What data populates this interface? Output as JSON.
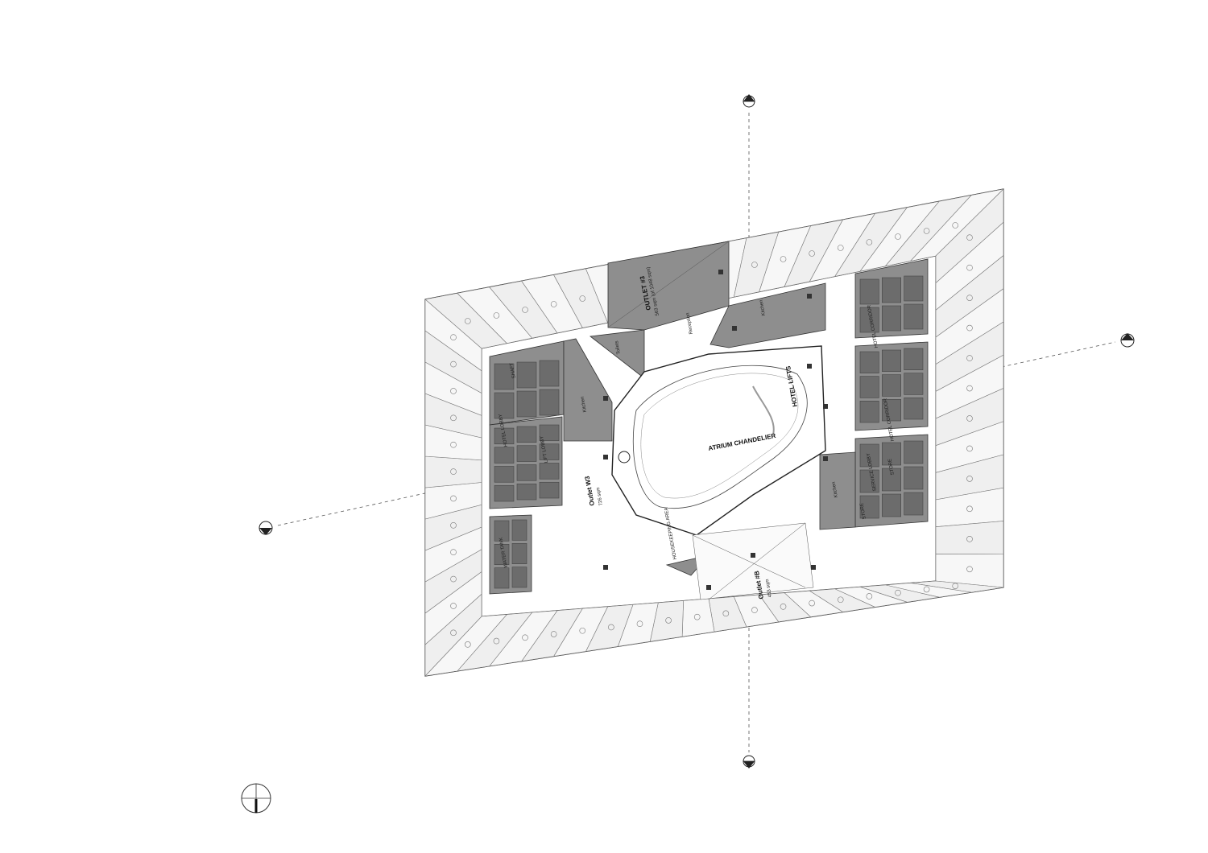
{
  "drawing": {
    "labels": {
      "atrium": "ATRIUM CHANDELIER",
      "hotel_lifts": "HOTEL LIFTS",
      "outlet3": "OUTLET #3",
      "outlet3_area": "563 sqm (of 1048 sqm)",
      "outlet_w3": "Outlet W3",
      "outlet_w3_area": "726 sqm",
      "outlet_b": "Outlet #B",
      "outlet_b_area": "453 sqm",
      "housekeeping": "HOUSEKEEPING AREA",
      "reception": "Reception",
      "kitchen_w": "Kitchen",
      "kitchen_e": "Kitchen",
      "kitchen_n": "Kitchen",
      "hotel_corridor_n": "HOTEL CORRIDOR",
      "hotel_corridor_s": "HOTEL CORRIDOR",
      "service_lobby": "SERVICE LOBBY",
      "hotel_lobby_w": "HOTEL LOBBY",
      "lift_lobby": "LIFT LOBBY",
      "store_1": "STORE",
      "store_2": "STORE",
      "shaft": "SHAFT",
      "toilets": "Toilets",
      "water_tank": "WATER TANK"
    }
  }
}
